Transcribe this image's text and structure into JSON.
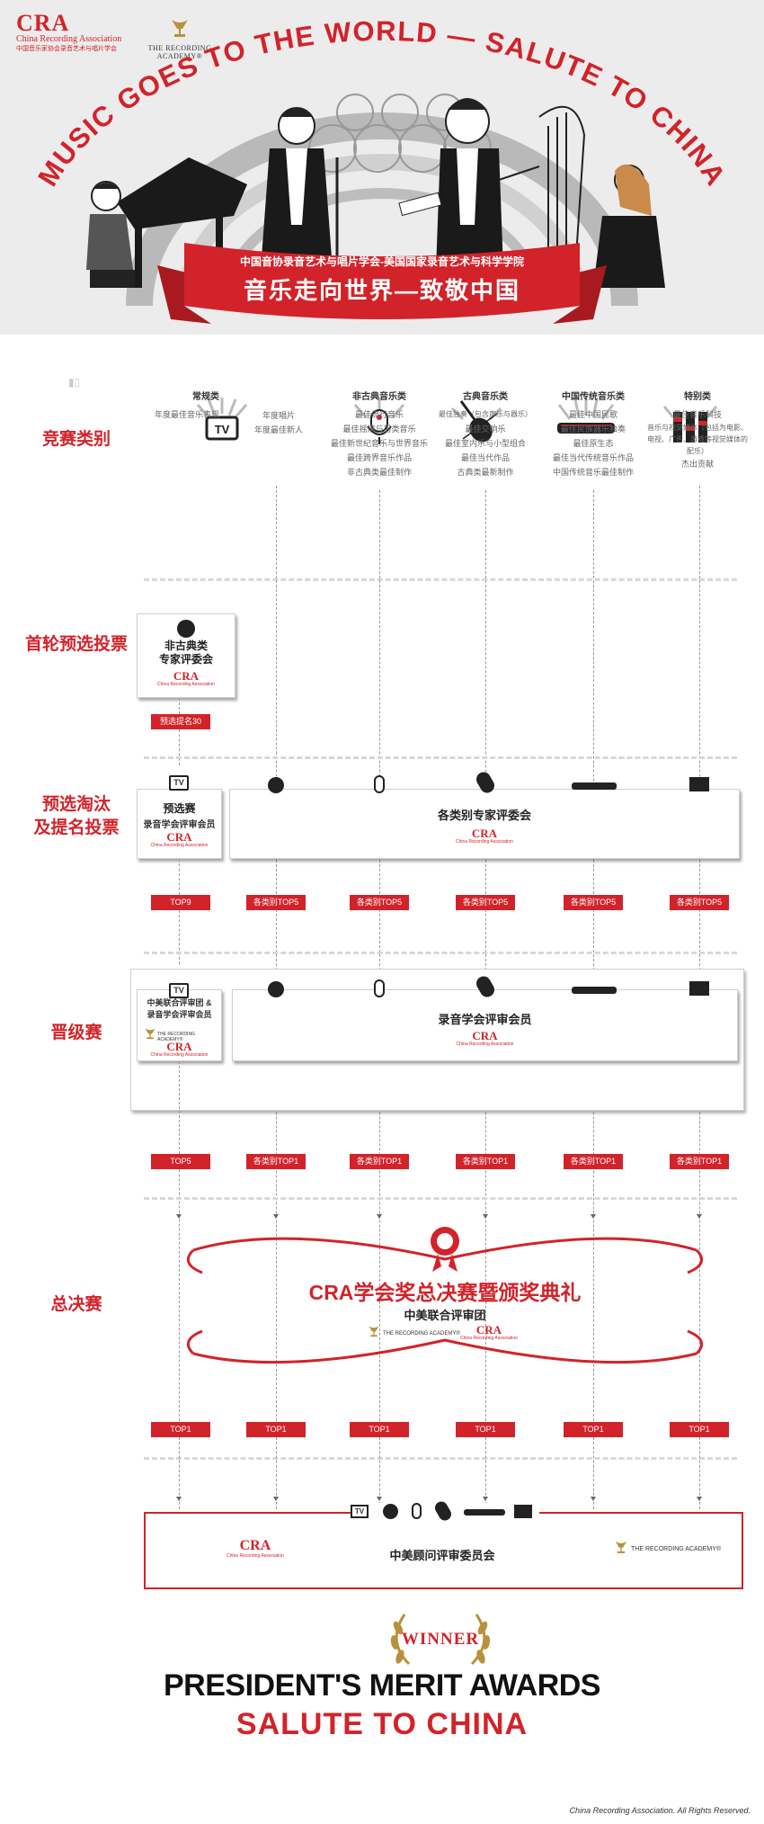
{
  "hero": {
    "cra_logo": {
      "abbr": "CRA",
      "english": "China Recording Association",
      "chinese": "中国音乐家协会录音艺术与唱片学会"
    },
    "ra_logo": {
      "text": "THE RECORDING ACADEMY®"
    },
    "arc_title": "MUSIC GOES TO THE WORLD — SALUTE TO CHINA",
    "ribbon_subtitle": "中国音协录音艺术与唱片学会-美国国家录音艺术与科学学院",
    "ribbon_title": "音乐走向世界—致敬中国"
  },
  "rows": {
    "categories": "竞赛类别",
    "first_vote": "首轮预选投票",
    "elimination": "预选淘汰\n及提名投票",
    "advance": "晋级赛",
    "final": "总决赛"
  },
  "categories": [
    {
      "title": "常规类",
      "items": [
        "年度最佳音乐表现"
      ],
      "icon": "tv-icon"
    },
    {
      "title": "",
      "items": [
        "年度唱片",
        "年度最佳新人"
      ],
      "icon": ""
    },
    {
      "title": "非古典音乐类",
      "items": [
        "最佳流行音乐",
        "最佳摇滚与另类音乐",
        "最佳新世纪音乐与世界音乐",
        "最佳跨界音乐作品",
        "非古典类最佳制作"
      ],
      "icon": "microphone-icon"
    },
    {
      "title": "古典音乐类",
      "items": [
        "最佳独奏（包含声乐与器乐）",
        "最佳交响乐",
        "最佳室内乐与小型组合",
        "最佳当代作品",
        "古典类最新制作"
      ],
      "icon": "violin-icon"
    },
    {
      "title": "中国传统音乐类",
      "items": [
        "最佳中国民歌",
        "最佳民族器乐独奏",
        "最佳原生态",
        "最佳当代传统音乐作品",
        "中国传统音乐最佳制作"
      ],
      "icon": "guzheng-icon"
    },
    {
      "title": "特别类",
      "items": [
        "最佳音乐科技",
        "音乐与视觉媒体（包括为电影、电视、广告、游戏等视觉媒体的配乐）",
        "杰出贡献"
      ],
      "icon": "mixer-icon"
    }
  ],
  "first_vote": {
    "box_title": "非古典类\n专家评委会",
    "cra": "CRA",
    "cra_en": "China Recording Association",
    "tag": "预选提名30"
  },
  "elimination": {
    "left_title": "预选赛",
    "left_sub": "录音学会评审会员",
    "right_title": "各类别专家评委会",
    "cra": "CRA",
    "cra_en": "China Recording Association",
    "tags": [
      "TOP9",
      "各类别TOP5",
      "各类别TOP5",
      "各类别TOP5",
      "各类别TOP5",
      "各类别TOP5"
    ]
  },
  "advance": {
    "left_title": "中美联合评审团 &\n录音学会评审会员",
    "right_title": "录音学会评审会员",
    "cra": "CRA",
    "cra_en": "China Recording Association",
    "ra": "THE RECORDING ACADEMY®",
    "tags": [
      "TOP5",
      "各类别TOP1",
      "各类别TOP1",
      "各类别TOP1",
      "各类别TOP1",
      "各类别TOP1"
    ]
  },
  "final": {
    "title": "CRA学会奖总决赛暨颁奖典礼",
    "subtitle": "中美联合评审团",
    "ra": "THE RECORDING ACADEMY®",
    "cra": "CRA",
    "cra_en": "China Recording Association",
    "tags": [
      "TOP1",
      "TOP1",
      "TOP1",
      "TOP1",
      "TOP1",
      "TOP1"
    ]
  },
  "advisory": {
    "title": "中美顾问评审委员会",
    "cra": "CRA",
    "cra_en": "China Recording Association",
    "ra": "THE RECORDING ACADEMY®"
  },
  "winner": {
    "badge": "WINNER",
    "line1": "PRESIDENT'S MERIT AWARDS",
    "line2": "SALUTE TO CHINA"
  },
  "footer": "China Recording Association. All Rights Reserved.",
  "colors": {
    "accent": "#d2232a",
    "hero_bg": "#ececec",
    "dash": "#d8d8d8"
  }
}
